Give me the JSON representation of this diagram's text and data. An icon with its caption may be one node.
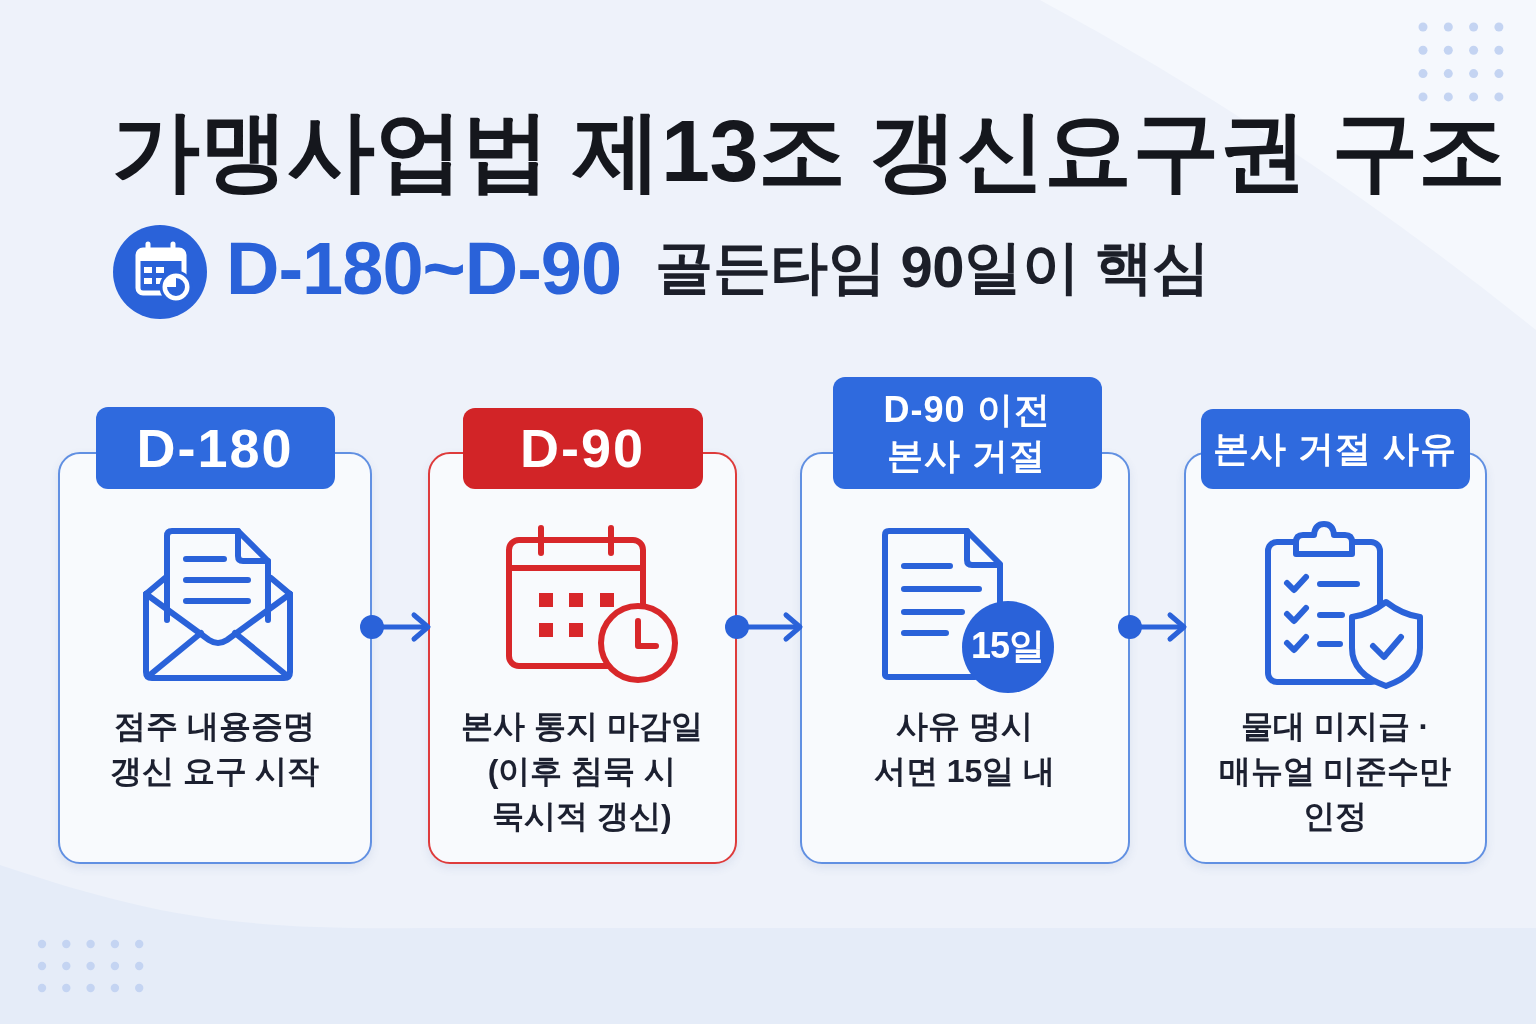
{
  "diagram": {
    "title": "가맹사업법 제13조 갱신요구권 구조",
    "nodes": [
      {
        "text": [
          "D-180",
          "점주 내용증명 갱신 요구 시작"
        ]
      },
      {
        "text": [
          "D-90",
          "본사 통지 마감일 (이후 침묵 시 묵시적 갱신)"
        ]
      },
      {
        "text": [
          "D-90 이전 본사 거절",
          "15일",
          "사유 명시 서면 15일 내"
        ]
      },
      {
        "text": [
          "본사 거절 사유",
          "물대 미지급 · 매뉴얼 미준수만 인정"
        ]
      }
    ],
    "edges": [
      {
        "from": 0,
        "to": 1,
        "arrow": "to"
      },
      {
        "from": 1,
        "to": 2,
        "arrow": "to"
      },
      {
        "from": 2,
        "to": 3,
        "arrow": "to"
      }
    ],
    "labels": [
      "D-180~D-90",
      "골든타임 90일이 핵심"
    ]
  }
}
